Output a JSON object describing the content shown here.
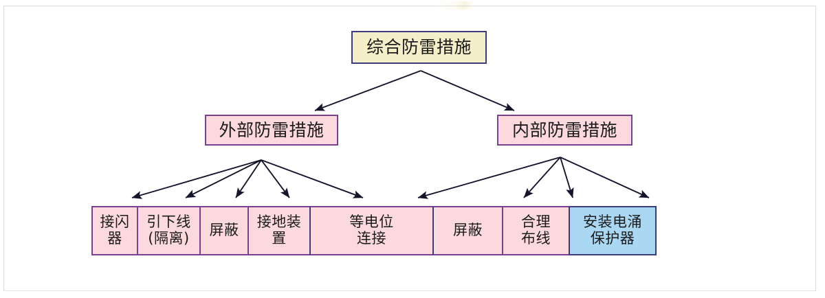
{
  "diagram": {
    "title_node": {
      "label": "综合防雷措施",
      "bg": "#f4efc8",
      "border": "#3b3a7a"
    },
    "branches": [
      {
        "id": "external",
        "label": "外部防雷措施",
        "bg": "#fbd9dd",
        "border": "#7b3f8f"
      },
      {
        "id": "internal",
        "label": "内部防雷措施",
        "bg": "#fbd9dd",
        "border": "#7b3f8f"
      }
    ],
    "leaves": [
      {
        "id": "air-termination",
        "line1": "接闪",
        "line2": "器",
        "parent": "external",
        "bg": "#fbd9dd"
      },
      {
        "id": "down-conductor",
        "line1": "引下线",
        "line2": "(隔离)",
        "parent": "external",
        "bg": "#fbd9dd"
      },
      {
        "id": "shielding-external",
        "line1": "屏蔽",
        "line2": "",
        "parent": "external",
        "bg": "#fbd9dd"
      },
      {
        "id": "earthing-device",
        "line1": "接地装",
        "line2": "置",
        "parent": "external",
        "bg": "#fbd9dd"
      },
      {
        "id": "equipotential-bonding",
        "line1": "等电位",
        "line2": "连接",
        "parent": "external",
        "bg": "#fbd9dd"
      },
      {
        "id": "shielding-internal",
        "line1": "屏蔽",
        "line2": "",
        "parent": "internal",
        "bg": "#fbd9dd"
      },
      {
        "id": "reasonable-wiring",
        "line1": "合理",
        "line2": "布线",
        "parent": "internal",
        "bg": "#fbd9dd"
      },
      {
        "id": "install-spd",
        "line1": "安装电涌",
        "line2": "保护器",
        "parent": "internal",
        "bg": "#aad8f2"
      }
    ],
    "colors": {
      "arrow": "#1a1a2e",
      "page_background": "#ffffff",
      "frame": "#e2e2e2"
    }
  }
}
